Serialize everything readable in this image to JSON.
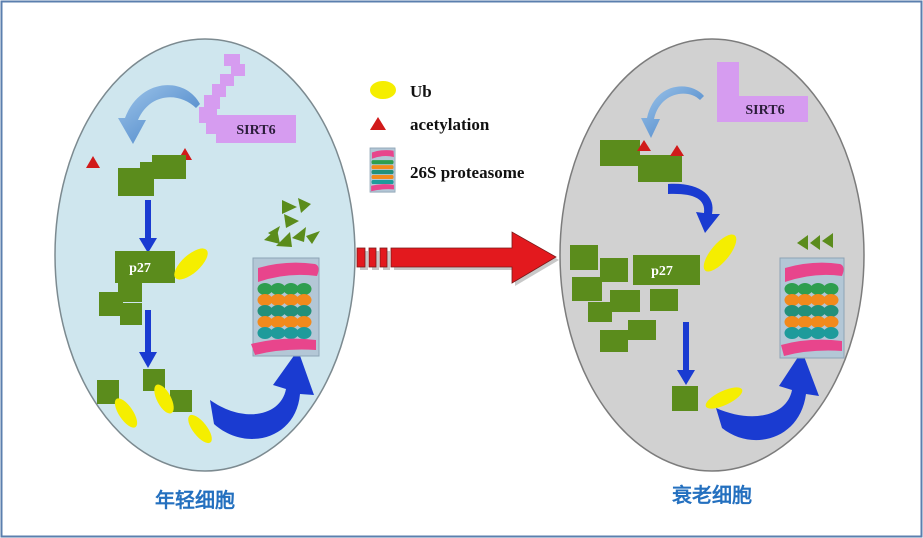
{
  "cells": {
    "young": {
      "caption": "年轻细胞",
      "sirt6_label": "SIRT6",
      "p27_label": "p27"
    },
    "senescent": {
      "caption": "衰老细胞",
      "sirt6_label": "SIRT6",
      "p27_label": "p27"
    }
  },
  "legend": {
    "ub": "Ub",
    "acetylation": "acetylation",
    "proteasome": "26S proteasome"
  },
  "colors": {
    "frame": "#5b7fae",
    "young_cell": "#cfe6ee",
    "senescent_cell": "#d1d1d1",
    "p27": "#5b8c1c",
    "sirt6": "#d69cf0",
    "ub": "#f5ee00",
    "acetylation": "#d11a1a",
    "pathway_arrow": "#1a3bd1",
    "transition_arrow": "#e3191e",
    "caption": "#2470bf"
  }
}
